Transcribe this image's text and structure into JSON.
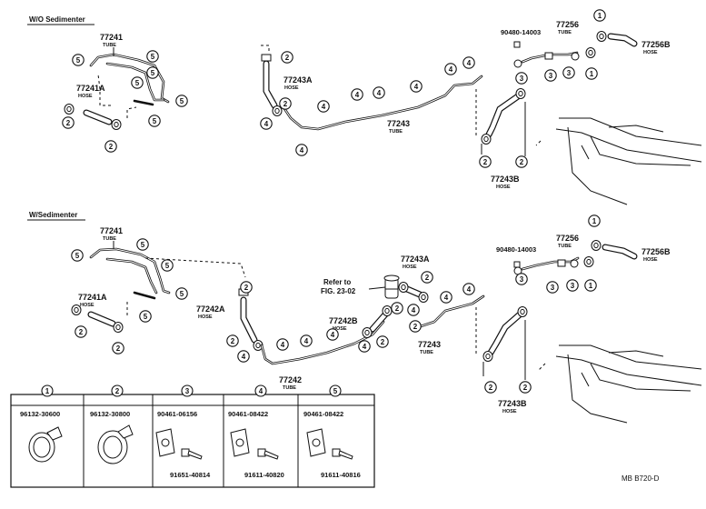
{
  "sections": {
    "top_title": "W/O Sedimenter",
    "bottom_title": "W/Sedimenter"
  },
  "labels": {
    "p77241": "77241",
    "p77241_sub": "TUBE",
    "p77241A": "77241A",
    "p77241A_sub": "HOSE",
    "p77243A": "77243A",
    "p77243A_sub": "HOSE",
    "p77243": "77243",
    "p77243_sub": "TUBE",
    "p77243B": "77243B",
    "p77243B_sub": "HOSE",
    "p90480": "90480-14003",
    "p77256": "77256",
    "p77256_sub": "TUBE",
    "p77256B": "77256B",
    "p77256B_sub": "HOSE",
    "p77242A": "77242A",
    "p77242A_sub": "HOSE",
    "p77242B": "77242B",
    "p77242B_sub": "HOSE",
    "p77242": "77242",
    "p77242_sub": "TUBE",
    "refer_line1": "Refer to",
    "refer_line2": "FIG. 23-02"
  },
  "legend": [
    {
      "num": "1",
      "parts": [
        "96132-30600"
      ]
    },
    {
      "num": "2",
      "parts": [
        "96132-30800"
      ]
    },
    {
      "num": "3",
      "parts": [
        "90461-06156",
        "91651-40814"
      ]
    },
    {
      "num": "4",
      "parts": [
        "90461-08422",
        "91611-40820"
      ]
    },
    {
      "num": "5",
      "parts": [
        "90461-08422",
        "91611-40816"
      ]
    }
  ],
  "footer_code": "MB  B720-D"
}
